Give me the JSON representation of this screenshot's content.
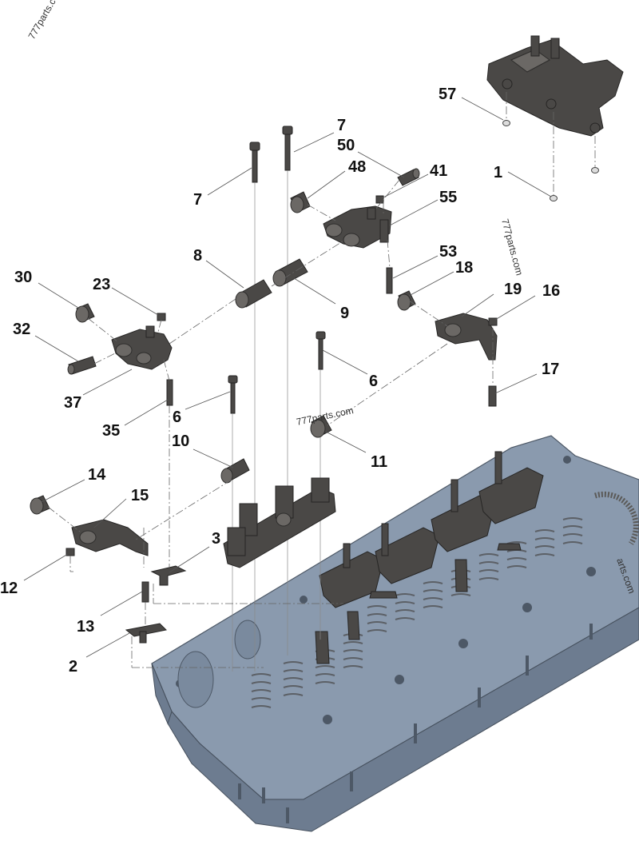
{
  "callouts": [
    {
      "id": "c57",
      "text": "57"
    },
    {
      "id": "c1",
      "text": "1"
    },
    {
      "id": "c7a",
      "text": "7"
    },
    {
      "id": "c7b",
      "text": "7"
    },
    {
      "id": "c50",
      "text": "50"
    },
    {
      "id": "c48",
      "text": "48"
    },
    {
      "id": "c41",
      "text": "41"
    },
    {
      "id": "c55",
      "text": "55"
    },
    {
      "id": "c8",
      "text": "8"
    },
    {
      "id": "c53",
      "text": "53"
    },
    {
      "id": "c18",
      "text": "18"
    },
    {
      "id": "c9",
      "text": "9"
    },
    {
      "id": "c30",
      "text": "30"
    },
    {
      "id": "c23",
      "text": "23"
    },
    {
      "id": "c19",
      "text": "19"
    },
    {
      "id": "c16",
      "text": "16"
    },
    {
      "id": "c32",
      "text": "32"
    },
    {
      "id": "c6a",
      "text": "6"
    },
    {
      "id": "c17",
      "text": "17"
    },
    {
      "id": "c37",
      "text": "37"
    },
    {
      "id": "c6b",
      "text": "6"
    },
    {
      "id": "c35",
      "text": "35"
    },
    {
      "id": "c10",
      "text": "10"
    },
    {
      "id": "c11",
      "text": "11"
    },
    {
      "id": "c14",
      "text": "14"
    },
    {
      "id": "c15",
      "text": "15"
    },
    {
      "id": "c3",
      "text": "3"
    },
    {
      "id": "c12",
      "text": "12"
    },
    {
      "id": "c13",
      "text": "13"
    },
    {
      "id": "c2",
      "text": "2"
    }
  ],
  "watermarks": {
    "top_left": "777parts.c",
    "right": "777parts.com",
    "center": "777parts.com",
    "far_right": "arts.com"
  },
  "colors": {
    "head": "#8a9aae",
    "parts": "#4a4846",
    "callout_text": "#111111"
  }
}
